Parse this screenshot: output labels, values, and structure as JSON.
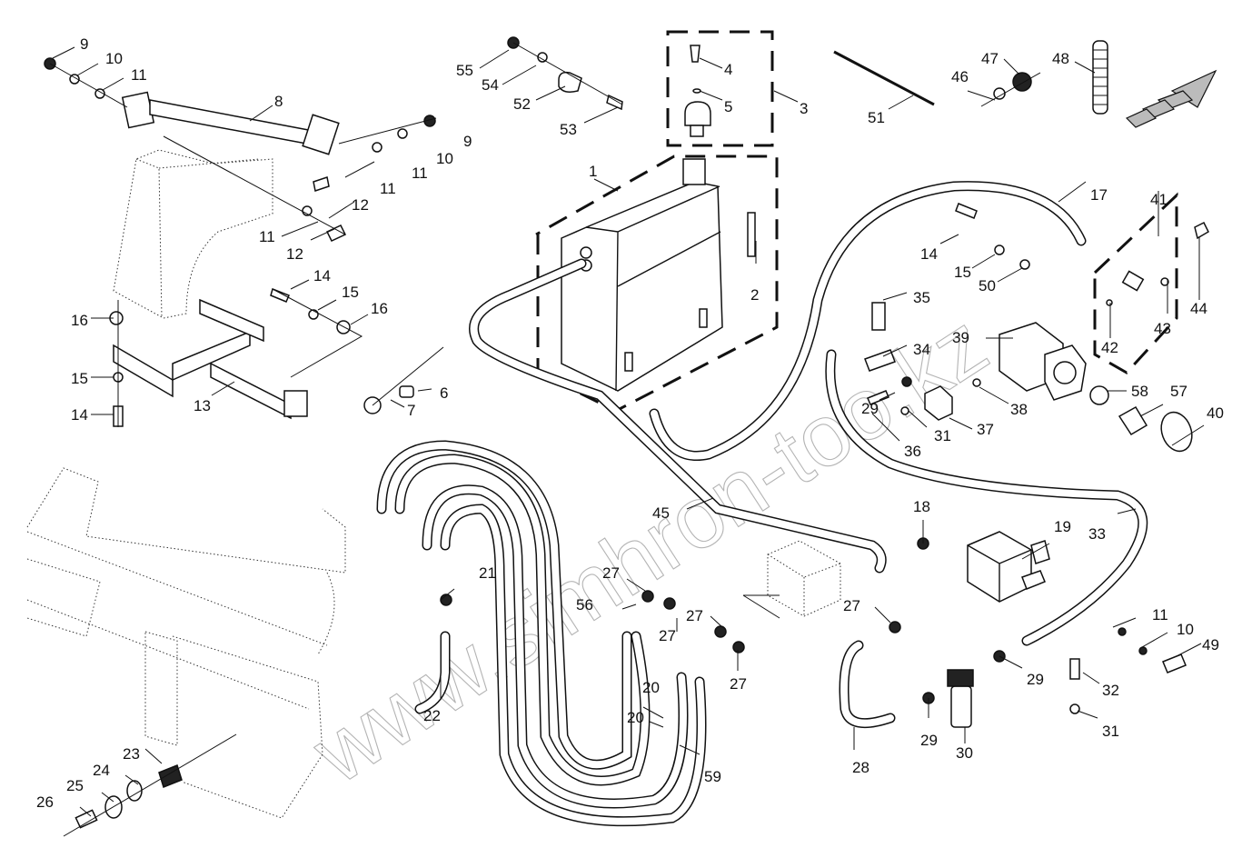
{
  "diagram": {
    "title": "Hydraulic system exploded parts diagram",
    "watermark": "www.simhron-too.kz",
    "direction_arrow": "front-direction-arrow",
    "callouts": [
      {
        "id": "c1",
        "label": "1",
        "part": "hydraulic-tank"
      },
      {
        "id": "c2",
        "label": "2",
        "part": "sight-gauge"
      },
      {
        "id": "c3",
        "label": "3",
        "part": "filler-cap-assembly"
      },
      {
        "id": "c4",
        "label": "4",
        "part": "screw"
      },
      {
        "id": "c5",
        "label": "5",
        "part": "washer"
      },
      {
        "id": "c6",
        "label": "6",
        "part": "spacer"
      },
      {
        "id": "c7",
        "label": "7",
        "part": "nut"
      },
      {
        "id": "c8",
        "label": "8",
        "part": "support-bar"
      },
      {
        "id": "c9a",
        "label": "9",
        "part": "nut"
      },
      {
        "id": "c10a",
        "label": "10",
        "part": "washer"
      },
      {
        "id": "c11a",
        "label": "11",
        "part": "washer"
      },
      {
        "id": "c9b",
        "label": "9",
        "part": "nut"
      },
      {
        "id": "c10b",
        "label": "10",
        "part": "washer"
      },
      {
        "id": "c11b",
        "label": "11",
        "part": "washer"
      },
      {
        "id": "c11c",
        "label": "11",
        "part": "washer"
      },
      {
        "id": "c12a",
        "label": "12",
        "part": "bolt"
      },
      {
        "id": "c11d",
        "label": "11",
        "part": "washer"
      },
      {
        "id": "c12b",
        "label": "12",
        "part": "bolt"
      },
      {
        "id": "c13",
        "label": "13",
        "part": "tank-bracket"
      },
      {
        "id": "c14a",
        "label": "14",
        "part": "bolt"
      },
      {
        "id": "c15a",
        "label": "15",
        "part": "washer"
      },
      {
        "id": "c16a",
        "label": "16",
        "part": "spacer"
      },
      {
        "id": "c16b",
        "label": "16",
        "part": "spacer"
      },
      {
        "id": "c15b",
        "label": "15",
        "part": "washer"
      },
      {
        "id": "c14b",
        "label": "14",
        "part": "bolt"
      },
      {
        "id": "c55",
        "label": "55",
        "part": "nut"
      },
      {
        "id": "c54",
        "label": "54",
        "part": "washer"
      },
      {
        "id": "c52",
        "label": "52",
        "part": "hose-clamp"
      },
      {
        "id": "c53",
        "label": "53",
        "part": "bolt"
      },
      {
        "id": "c51",
        "label": "51",
        "part": "cable-tie"
      },
      {
        "id": "c46",
        "label": "46",
        "part": "sleeve"
      },
      {
        "id": "c47",
        "label": "47",
        "part": "nut"
      },
      {
        "id": "c48",
        "label": "48",
        "part": "spiral-guard"
      },
      {
        "id": "c17",
        "label": "17",
        "part": "suction-hose"
      },
      {
        "id": "c41",
        "label": "41",
        "part": "pump-fitting-kit"
      },
      {
        "id": "c14c",
        "label": "14",
        "part": "bolt"
      },
      {
        "id": "c15c",
        "label": "15",
        "part": "washer"
      },
      {
        "id": "c50",
        "label": "50",
        "part": "washer"
      },
      {
        "id": "c44",
        "label": "44",
        "part": "bolt"
      },
      {
        "id": "c35",
        "label": "35",
        "part": "pressure-switch"
      },
      {
        "id": "c34",
        "label": "34",
        "part": "tee-fitting"
      },
      {
        "id": "c39",
        "label": "39",
        "part": "hydraulic-pump"
      },
      {
        "id": "c42",
        "label": "42",
        "part": "o-ring"
      },
      {
        "id": "c43",
        "label": "43",
        "part": "washer"
      },
      {
        "id": "c29a",
        "label": "29",
        "part": "adapter"
      },
      {
        "id": "c38",
        "label": "38",
        "part": "o-ring"
      },
      {
        "id": "c58",
        "label": "58",
        "part": "o-ring"
      },
      {
        "id": "c57",
        "label": "57",
        "part": "coupling"
      },
      {
        "id": "c40",
        "label": "40",
        "part": "o-ring"
      },
      {
        "id": "c31a",
        "label": "31",
        "part": "washer"
      },
      {
        "id": "c37",
        "label": "37",
        "part": "adapter-block"
      },
      {
        "id": "c36",
        "label": "36",
        "part": "bolt"
      },
      {
        "id": "c45",
        "label": "45",
        "part": "return-hose"
      },
      {
        "id": "c18",
        "label": "18",
        "part": "adapter"
      },
      {
        "id": "c19",
        "label": "19",
        "part": "control-valve"
      },
      {
        "id": "c33",
        "label": "33",
        "part": "pressure-hose"
      },
      {
        "id": "c21",
        "label": "21",
        "part": "adapter"
      },
      {
        "id": "c27a",
        "label": "27",
        "part": "adapter"
      },
      {
        "id": "c56",
        "label": "56",
        "part": "elbow-hose"
      },
      {
        "id": "c27b",
        "label": "27",
        "part": "adapter"
      },
      {
        "id": "c27c",
        "label": "27",
        "part": "adapter"
      },
      {
        "id": "c27d",
        "label": "27",
        "part": "adapter"
      },
      {
        "id": "c27e",
        "label": "27",
        "part": "adapter"
      },
      {
        "id": "c20a",
        "label": "20",
        "part": "hose"
      },
      {
        "id": "c20b",
        "label": "20",
        "part": "hose"
      },
      {
        "id": "c59",
        "label": "59",
        "part": "hose"
      },
      {
        "id": "c22",
        "label": "22",
        "part": "hose"
      },
      {
        "id": "c23",
        "label": "23",
        "part": "quick-coupler"
      },
      {
        "id": "c24",
        "label": "24",
        "part": "dust-cap"
      },
      {
        "id": "c25",
        "label": "25",
        "part": "dust-cap"
      },
      {
        "id": "c26",
        "label": "26",
        "part": "adapter"
      },
      {
        "id": "c11e",
        "label": "11",
        "part": "washer"
      },
      {
        "id": "c10c",
        "label": "10",
        "part": "washer"
      },
      {
        "id": "c49",
        "label": "49",
        "part": "bolt"
      },
      {
        "id": "c29b",
        "label": "29",
        "part": "adapter"
      },
      {
        "id": "c32",
        "label": "32",
        "part": "bolt"
      },
      {
        "id": "c31b",
        "label": "31",
        "part": "washer"
      },
      {
        "id": "c29c",
        "label": "29",
        "part": "adapter"
      },
      {
        "id": "c30",
        "label": "30",
        "part": "filter"
      },
      {
        "id": "c28",
        "label": "28",
        "part": "tube"
      }
    ]
  }
}
